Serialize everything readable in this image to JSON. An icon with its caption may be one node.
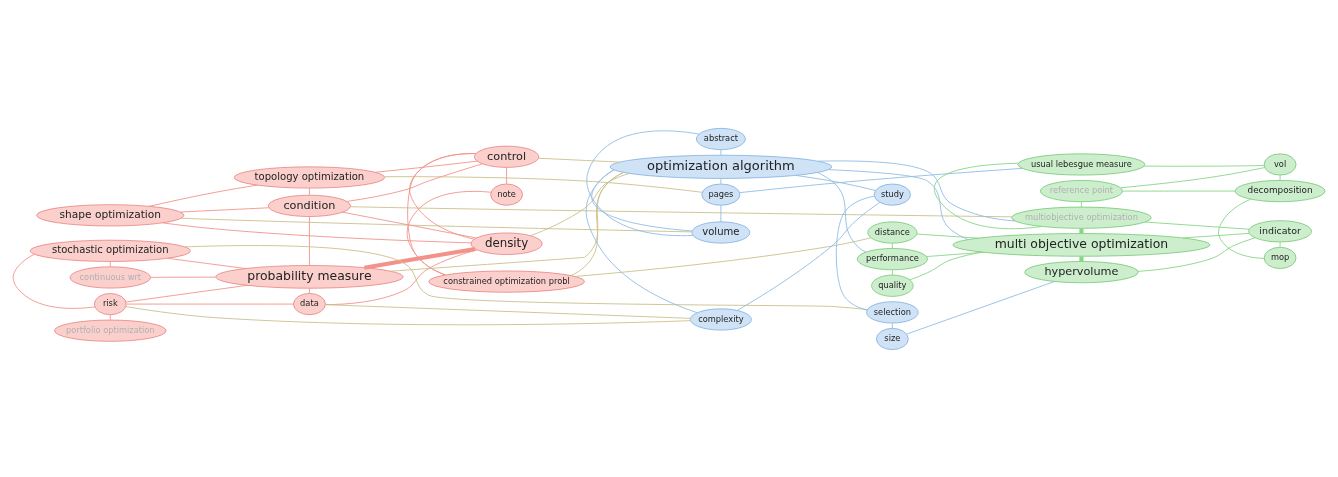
{
  "diagram": {
    "nodes": [
      {
        "text": [
          "shape optimization"
        ]
      },
      {
        "text": [
          "topology optimization"
        ]
      },
      {
        "text": [
          "condition"
        ]
      },
      {
        "text": [
          "control"
        ]
      },
      {
        "text": [
          "density"
        ]
      },
      {
        "text": [
          "note"
        ]
      },
      {
        "text": [
          "constrained optimization probl"
        ]
      },
      {
        "text": [
          "probability measure"
        ]
      },
      {
        "text": [
          "data"
        ]
      },
      {
        "text": [
          "stochastic optimization"
        ]
      },
      {
        "text": [
          "continuous wrt"
        ]
      },
      {
        "text": [
          "risk"
        ]
      },
      {
        "text": [
          "portfolio optimization"
        ]
      },
      {
        "text": [
          "pages"
        ]
      },
      {
        "text": [
          "volume"
        ]
      },
      {
        "text": [
          "abstract"
        ]
      },
      {
        "text": [
          "optimization algorithm"
        ]
      },
      {
        "text": [
          "complexity"
        ]
      },
      {
        "text": [
          "study"
        ]
      },
      {
        "text": [
          "selection"
        ]
      },
      {
        "text": [
          "size"
        ]
      },
      {
        "text": [
          "usual lebesgue measure"
        ]
      },
      {
        "text": [
          "vol"
        ]
      },
      {
        "text": [
          "reference point"
        ]
      },
      {
        "text": [
          "decomposition"
        ]
      },
      {
        "text": [
          "multiobjective optimization"
        ]
      },
      {
        "text": [
          "indicator"
        ]
      },
      {
        "text": [
          "mop"
        ]
      },
      {
        "text": [
          "performance"
        ]
      },
      {
        "text": [
          "quality"
        ]
      },
      {
        "text": [
          "multi objective optimization"
        ]
      },
      {
        "text": [
          "distance"
        ]
      },
      {
        "text": [
          "hypervolume"
        ]
      }
    ],
    "edges": [
      {
        "from": 0,
        "to": 1,
        "arrow": "none"
      },
      {
        "from": 0,
        "to": 2,
        "arrow": "none"
      },
      {
        "from": 1,
        "to": 2,
        "arrow": "none"
      },
      {
        "from": 2,
        "to": 3,
        "arrow": "none"
      },
      {
        "from": 2,
        "to": 4,
        "arrow": "none"
      },
      {
        "from": 3,
        "to": 4,
        "arrow": "none"
      },
      {
        "from": 4,
        "to": 7,
        "arrow": "none",
        "style": "thick"
      },
      {
        "from": 7,
        "to": 9,
        "arrow": "none"
      },
      {
        "from": 9,
        "to": 10,
        "arrow": "none"
      },
      {
        "from": 7,
        "to": 11,
        "arrow": "none"
      },
      {
        "from": 9,
        "to": 11,
        "arrow": "none"
      },
      {
        "from": 11,
        "to": 12,
        "arrow": "none"
      },
      {
        "from": 4,
        "to": 8,
        "arrow": "none"
      },
      {
        "from": 3,
        "to": 5,
        "arrow": "none"
      },
      {
        "from": 5,
        "to": 6,
        "arrow": "none"
      },
      {
        "from": 7,
        "to": 8,
        "arrow": "none"
      },
      {
        "from": 8,
        "to": 11,
        "arrow": "none"
      },
      {
        "from": 2,
        "to": 7,
        "arrow": "none"
      },
      {
        "from": 3,
        "to": 6,
        "arrow": "none"
      },
      {
        "from": 0,
        "to": 4,
        "arrow": "none"
      },
      {
        "from": 1,
        "to": 3,
        "arrow": "none"
      },
      {
        "from": 7,
        "to": 10,
        "arrow": "none"
      },
      {
        "from": 13,
        "to": 14,
        "arrow": "none",
        "color": "#8fbbe3"
      },
      {
        "from": 14,
        "to": 15,
        "arrow": "none",
        "color": "#8fbbe3"
      },
      {
        "from": 14,
        "to": 16,
        "arrow": "none",
        "color": "#8fbbe3"
      },
      {
        "from": 15,
        "to": 16,
        "arrow": "none",
        "color": "#8fbbe3"
      },
      {
        "from": 16,
        "to": 17,
        "arrow": "none",
        "color": "#8fbbe3"
      },
      {
        "from": 16,
        "to": 18,
        "arrow": "none",
        "color": "#8fbbe3"
      },
      {
        "from": 17,
        "to": 18,
        "arrow": "none",
        "color": "#8fbbe3"
      },
      {
        "from": 18,
        "to": 19,
        "arrow": "none",
        "color": "#8fbbe3"
      },
      {
        "from": 19,
        "to": 20,
        "arrow": "none",
        "color": "#8fbbe3"
      },
      {
        "from": 13,
        "to": 21,
        "arrow": "none",
        "color": "#8fbbe3"
      },
      {
        "from": 16,
        "to": 13,
        "arrow": "none",
        "color": "#8fbbe3"
      },
      {
        "from": 20,
        "to": 32,
        "arrow": "none",
        "color": "#8fbbe3"
      },
      {
        "from": 21,
        "to": 22,
        "arrow": "none",
        "color": "#86d486"
      },
      {
        "from": 22,
        "to": 24,
        "arrow": "none",
        "color": "#86d486"
      },
      {
        "from": 23,
        "to": 24,
        "arrow": "none",
        "color": "#86d486"
      },
      {
        "from": 23,
        "to": 25,
        "arrow": "none",
        "color": "#86d486"
      },
      {
        "from": 25,
        "to": 26,
        "arrow": "none",
        "color": "#86d486"
      },
      {
        "from": 26,
        "to": 27,
        "arrow": "none",
        "color": "#86d486"
      },
      {
        "from": 24,
        "to": 27,
        "arrow": "none",
        "color": "#86d486"
      },
      {
        "from": 25,
        "to": 30,
        "arrow": "none",
        "color": "#86d486",
        "style": "thick"
      },
      {
        "from": 30,
        "to": 32,
        "arrow": "none",
        "color": "#86d486",
        "style": "thick"
      },
      {
        "from": 28,
        "to": 29,
        "arrow": "none",
        "color": "#86d486"
      },
      {
        "from": 28,
        "to": 30,
        "arrow": "none",
        "color": "#86d486"
      },
      {
        "from": 29,
        "to": 30,
        "arrow": "none",
        "color": "#86d486"
      },
      {
        "from": 31,
        "to": 28,
        "arrow": "none",
        "color": "#86d486"
      },
      {
        "from": 26,
        "to": 30,
        "arrow": "none",
        "color": "#86d486"
      },
      {
        "from": 32,
        "to": 26,
        "arrow": "none",
        "color": "#86d486"
      },
      {
        "from": 22,
        "to": 23,
        "arrow": "none",
        "color": "#86d486"
      },
      {
        "from": 21,
        "to": 25,
        "arrow": "none",
        "color": "#86d486"
      },
      {
        "from": 31,
        "to": 30,
        "arrow": "none",
        "color": "#86d486"
      },
      {
        "from": 3,
        "to": 16,
        "arrow": "none",
        "color": "#c9bf8a"
      },
      {
        "from": 4,
        "to": 16,
        "arrow": "none",
        "color": "#c9bf8a"
      },
      {
        "from": 7,
        "to": 16,
        "arrow": "none",
        "color": "#c9bf8a"
      },
      {
        "from": 6,
        "to": 16,
        "arrow": "none",
        "color": "#c9bf8a"
      },
      {
        "from": 6,
        "to": 31,
        "arrow": "none",
        "color": "#c9bf8a"
      },
      {
        "from": 8,
        "to": 17,
        "arrow": "none",
        "color": "#c9bf8a"
      },
      {
        "from": 16,
        "to": 28,
        "arrow": "none",
        "color": "#8fbbe3"
      },
      {
        "from": 16,
        "to": 30,
        "arrow": "none",
        "color": "#8fbbe3"
      },
      {
        "from": 2,
        "to": 25,
        "arrow": "none",
        "color": "#c9bf8a"
      },
      {
        "from": 9,
        "to": 19,
        "arrow": "none",
        "color": "#c9bf8a"
      },
      {
        "from": 0,
        "to": 14,
        "arrow": "none",
        "color": "#c9bf8a"
      },
      {
        "from": 1,
        "to": 13,
        "arrow": "none",
        "color": "#c9bf8a"
      },
      {
        "from": 16,
        "to": 25,
        "arrow": "none",
        "color": "#8fbbe3"
      },
      {
        "from": 11,
        "to": 17,
        "arrow": "none",
        "color": "#c9bf8a"
      }
    ]
  }
}
